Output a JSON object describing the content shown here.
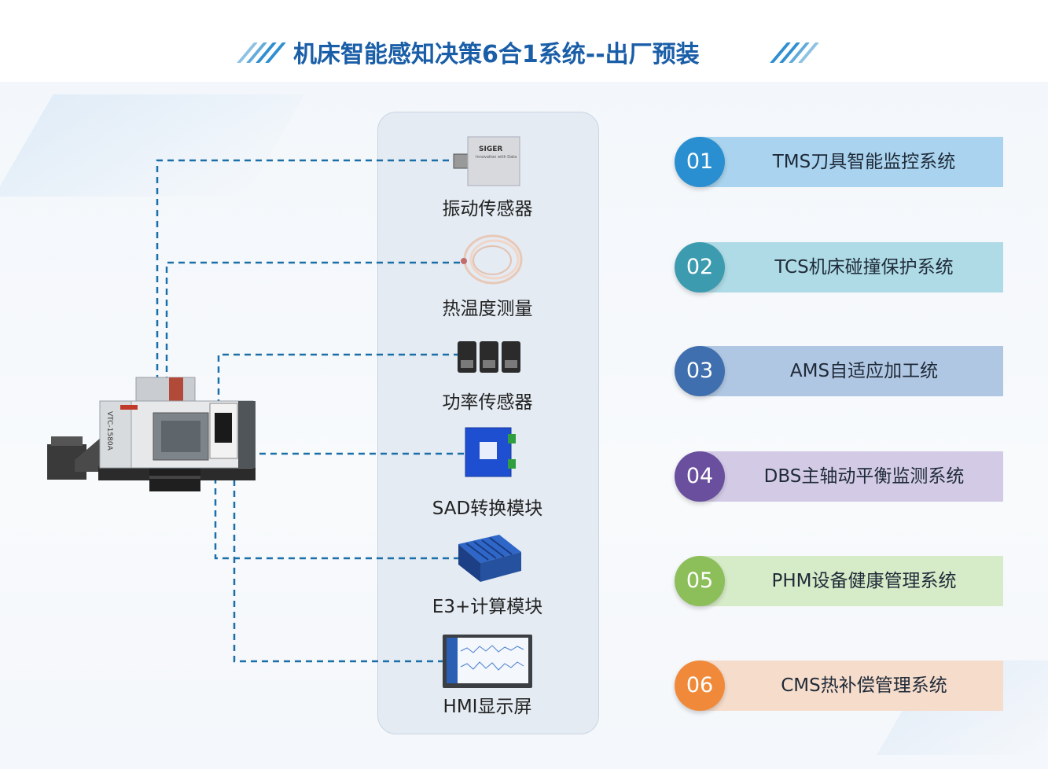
{
  "title": "机床智能感知决策6合1系统--出厂预装",
  "sensors": [
    {
      "label": "振动传感器",
      "device_text": "SIGER",
      "device_subtext": "Innovation with Data"
    },
    {
      "label": "热温度测量"
    },
    {
      "label": "功率传感器"
    },
    {
      "label": "SAD转换模块"
    },
    {
      "label": "E3+计算模块"
    },
    {
      "label": "HMI显示屏"
    }
  ],
  "machine": {
    "side_text": "VTC-1580A"
  },
  "systems": [
    {
      "num": "01",
      "label": "TMS刀具智能监控系统",
      "circle_color": "#2a8fd1",
      "bar_color": "#a9d3ee"
    },
    {
      "num": "02",
      "label": "TCS机床碰撞保护系统",
      "circle_color": "#3d9bb0",
      "bar_color": "#aedbe6"
    },
    {
      "num": "03",
      "label": "AMS自适应加工统",
      "circle_color": "#3f6fae",
      "bar_color": "#b0c7e3"
    },
    {
      "num": "04",
      "label": "DBS主轴动平衡监测系统",
      "circle_color": "#6a4f9e",
      "bar_color": "#d3cbe6"
    },
    {
      "num": "05",
      "label": "PHM设备健康管理系统",
      "circle_color": "#8cbf5a",
      "bar_color": "#d6ebc7"
    },
    {
      "num": "06",
      "label": "CMS热补偿管理系统",
      "circle_color": "#f08a3a",
      "bar_color": "#f6dccb"
    }
  ],
  "colors": {
    "title": "#1a5ea8",
    "wire": "#1b6fa8",
    "accent": "#2f8fd0"
  }
}
